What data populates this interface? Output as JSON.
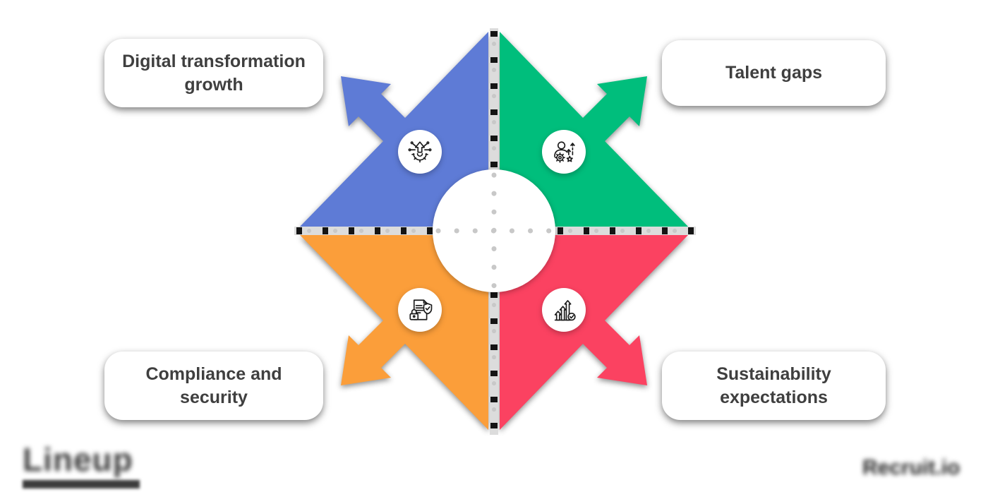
{
  "diagram": {
    "type": "four-quadrant-arrow-pinwheel",
    "quadrants": [
      {
        "position": "top-left",
        "label": "Digital transformation growth",
        "lines": [
          "Digital transformation",
          "growth"
        ],
        "color": "#5E7BD6",
        "icon": "gear-up-arrow-circuit-icon"
      },
      {
        "position": "top-right",
        "label": "Talent gaps",
        "lines": [
          "Talent gaps"
        ],
        "color": "#00BE7C",
        "icon": "person-gear-rising-arrows-star-icon"
      },
      {
        "position": "bottom-left",
        "label": "Compliance and security",
        "lines": [
          "Compliance and",
          "security"
        ],
        "color": "#FB9E3A",
        "icon": "document-lock-shield-check-icon"
      },
      {
        "position": "bottom-right",
        "label": "Sustainability expectations",
        "lines": [
          "Sustainability",
          "expectations"
        ],
        "color": "#FB4261",
        "icon": "ascending-arrows-check-icon"
      }
    ],
    "divider": {
      "band_color": "#DCDCDC",
      "dash_color": "#141414",
      "dot_color": "#C8C8C8"
    }
  },
  "footer": {
    "left_logo_text": "Lineup",
    "right_logo_text": "Recruit.io"
  }
}
